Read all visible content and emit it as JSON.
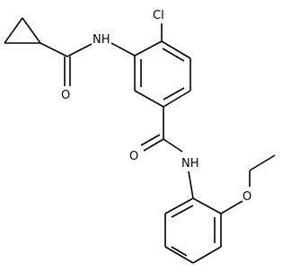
{
  "molecule": {
    "atoms": {
      "cl": "Cl",
      "nh_top": "NH",
      "o_top": "O",
      "o_amide": "O",
      "nh_amide": "NH",
      "o_ether": "O"
    },
    "colors": {
      "bond": "#000000",
      "label": "#000000",
      "background": "#ffffff"
    }
  }
}
